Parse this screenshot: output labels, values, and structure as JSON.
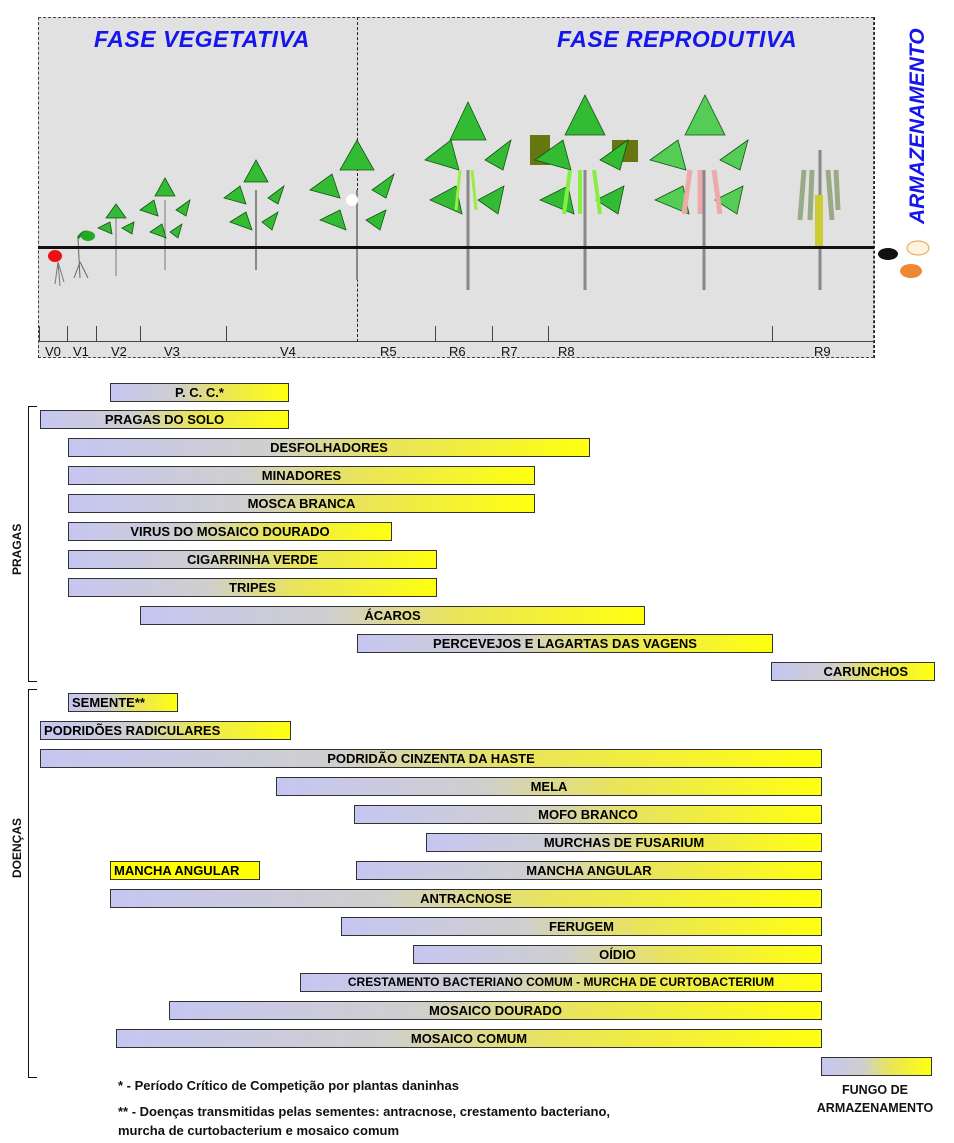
{
  "phases": {
    "vegetative": "FASE VEGETATIVA",
    "reproductive": "FASE REPRODUTIVA",
    "storage": "ARMAZENAMENTO"
  },
  "stages": [
    "V0",
    "V1",
    "V2",
    "V3",
    "V4",
    "R5",
    "R6",
    "R7",
    "R8",
    "R9"
  ],
  "pests_label": "PRAGAS",
  "diseases_label": "DOENÇAS",
  "pcc": "P. C. C.*",
  "pests": [
    "PRAGAS DO SOLO",
    "DESFOLHADORES",
    "MINADORES",
    "MOSCA BRANCA",
    "VIRUS DO MOSAICO DOURADO",
    "CIGARRINHA VERDE",
    "TRIPES",
    "ÁCAROS",
    "PERCEVEJOS E LAGARTAS DAS VAGENS",
    "CARUNCHOS"
  ],
  "diseases": [
    "SEMENTE**",
    "PODRIDÕES RADICULARES",
    "PODRIDÃO CINZENTA DA HASTE",
    "MELA",
    "MOFO BRANCO",
    "MURCHAS DE FUSARIUM",
    "MANCHA ANGULAR",
    "MANCHA ANGULAR",
    "ANTRACNOSE",
    "FERUGEM",
    "OÍDIO",
    "CRESTAMENTO BACTERIANO COMUM - MURCHA DE CURTOBACTERIUM",
    "MOSAICO DOURADO",
    "MOSAICO COMUM"
  ],
  "storage_fungus": [
    "FUNGO DE",
    "ARMAZENAMENTO"
  ],
  "notes": {
    "note1": "* - Período Crítico de Competição por plantas daninhas",
    "note2a": "** - Doenças transmitidas pelas sementes: antracnose, crestamento bacteriano,",
    "note2b": "murcha de curtobacterium e mosaico comum"
  }
}
